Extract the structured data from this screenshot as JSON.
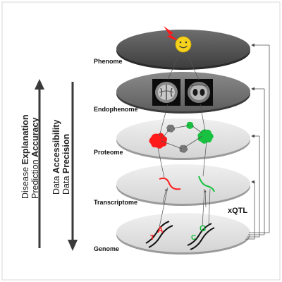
{
  "layers": [
    {
      "id": "phenome",
      "label": "Phenome"
    },
    {
      "id": "endophenome",
      "label": "Endophenome"
    },
    {
      "id": "proteome",
      "label": "Proteome"
    },
    {
      "id": "transcriptome",
      "label": "Transcriptome"
    },
    {
      "id": "genome",
      "label": "Genome"
    }
  ],
  "side_left": {
    "line1_prefix": "Disease ",
    "line1_bold": "Explanation",
    "line2_prefix": "Prediction ",
    "line2_bold": "Accuracy"
  },
  "side_right": {
    "line1_prefix": "Data ",
    "line1_bold": "Accessibility",
    "line2_prefix": "Data ",
    "line2_bold": "Precision"
  },
  "xqtl_label": "xQTL",
  "genome_letters": {
    "left_top": "A",
    "left_bottom": "T",
    "right_top": "G",
    "right_bottom": "C"
  },
  "colors": {
    "phenome_disk": "#5a5a5a",
    "endophenome_disk": "#777777",
    "light_disk": "#e3e3e3",
    "red": "#ff1a1a",
    "green": "#19c140",
    "smiley": "#f6d21e"
  }
}
